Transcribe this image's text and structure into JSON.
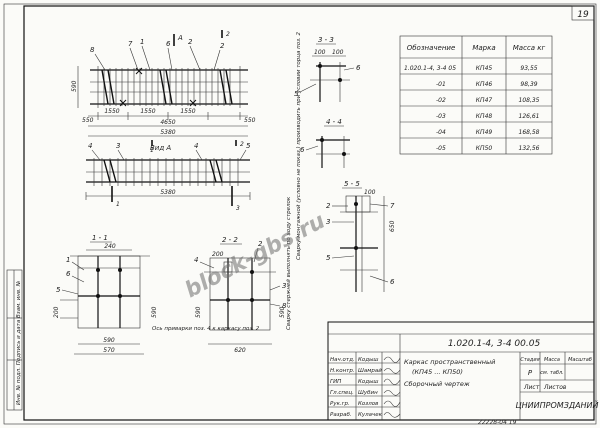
{
  "sheet": {
    "number": "19",
    "doc_number": "1.020.1-4, 3-4 00.05",
    "archive_number": "22228-04 19",
    "title_lines": [
      "Каркас пространственный",
      "(КП45 ... КП50)",
      "Сборочный чертеж"
    ],
    "stage_header": "Стадия",
    "mass_header": "Масса",
    "scale_header": "Масштаб",
    "stage": "Р",
    "mass": "см. табл.",
    "sheet_label": "Лист",
    "sheets_label": "Листов",
    "organization": "ЦНИИПРОМЗДАНИЙ",
    "side_strip": "Инв. № подл.  Подпись и дата  Взам. инв. №",
    "watermark": "block-gbs.ru"
  },
  "signatures": [
    {
      "role": "Нач.отд.",
      "name": "Кодыш"
    },
    {
      "role": "Н.контр.",
      "name": "Шамрай"
    },
    {
      "role": "ГИП",
      "name": "Кодыш"
    },
    {
      "role": "Гл.спец.",
      "name": "Шубин"
    },
    {
      "role": "Рук.гр.",
      "name": "Козлов"
    },
    {
      "role": "Разраб.",
      "name": "Кулачек"
    }
  ],
  "table": {
    "headers": [
      "Обозначение",
      "Марка",
      "Масса кг"
    ],
    "rows": [
      {
        "designation": "1.020.1-4, 3-4 05",
        "mark": "КП45",
        "mass": "93,55"
      },
      {
        "designation": "-01",
        "mark": "КП46",
        "mass": "98,39"
      },
      {
        "designation": "-02",
        "mark": "КП47",
        "mass": "108,35"
      },
      {
        "designation": "-03",
        "mark": "КП48",
        "mass": "126,61"
      },
      {
        "designation": "-04",
        "mark": "КП49",
        "mass": "168,58"
      },
      {
        "designation": "-05",
        "mark": "КП50",
        "mass": "132,56"
      }
    ]
  },
  "views": {
    "plan": {
      "dims": [
        "550",
        "1550",
        "1550",
        "1550",
        "4650",
        "5380",
        "550"
      ],
      "leaders": [
        "8",
        "7",
        "1",
        "6",
        "2",
        "2"
      ],
      "section_marks": [
        "A",
        "1",
        "2",
        "2"
      ],
      "height": "590"
    },
    "view_a": {
      "label": "Вид А",
      "dims": [
        "5380"
      ],
      "leaders": [
        "4",
        "3",
        "4",
        "5"
      ],
      "marks": [
        "1",
        "3"
      ]
    },
    "section_1_1": {
      "label": "1 - 1",
      "dims": [
        "240",
        "200",
        "590",
        "570"
      ],
      "leaders": [
        "1",
        "6",
        "5"
      ]
    },
    "section_2_2": {
      "label": "2 - 2",
      "dims": [
        "620",
        "590",
        "590",
        "200"
      ],
      "leaders": [
        "4",
        "2",
        "3",
        "8"
      ]
    },
    "section_3_3": {
      "label": "3 - 3",
      "dims": [
        "100",
        "100"
      ],
      "leaders": [
        "5",
        "6"
      ]
    },
    "section_4_4": {
      "label": "4 - 4",
      "leaders": [
        "6"
      ]
    },
    "section_5_5": {
      "label": "5 - 5",
      "dims": [
        "650",
        "100"
      ],
      "leaders": [
        "2",
        "3",
        "5",
        "6",
        "7"
      ]
    }
  },
  "notes": [
    "Ось приварки поз. 4 к каркасу поз. 2",
    "Сварку стержней выполнять по ходу стрелок",
    "Сварку монтажной (условно не показ.) производить при условии торца поз. 2"
  ]
}
